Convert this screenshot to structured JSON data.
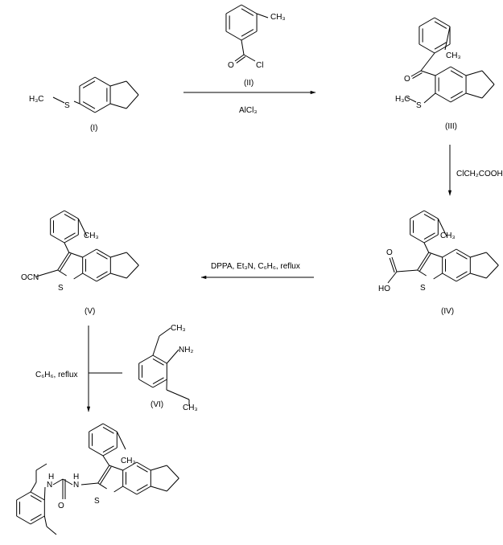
{
  "compounds": {
    "I": {
      "label": "(I)",
      "atoms": {
        "s": "S",
        "methyl": "H₃C"
      }
    },
    "II": {
      "label": "(II)",
      "atoms": {
        "methyl": "CH₃",
        "o": "O",
        "cl": "Cl"
      }
    },
    "III": {
      "label": "(III)",
      "atoms": {
        "methyl": "CH₃",
        "o": "O",
        "s": "S",
        "smethyl": "H₃C"
      }
    },
    "IV": {
      "label": "(IV)",
      "atoms": {
        "methyl": "CH₃",
        "o": "O",
        "oh": "HO",
        "s": "S"
      }
    },
    "V": {
      "label": "(V)",
      "atoms": {
        "methyl": "CH₃",
        "ocn": "OCN",
        "s": "S"
      }
    },
    "VI": {
      "label": "(VI)",
      "atoms": {
        "methyl_top": "CH₃",
        "nh2": "NH₂",
        "methyl_bottom": "CH₃"
      }
    },
    "product": {
      "atoms": {
        "methyl": "CH₃",
        "s": "S",
        "nh1": "H",
        "n1": "N",
        "nh2": "H",
        "n2": "N",
        "o": "O"
      }
    }
  },
  "reagents": {
    "step1": "AlCl₃",
    "step2": "ClCH₂COOH",
    "step3": "DPPA, Et₃N, C₆H₆, reflux",
    "step4": "C₆H₆, reflux"
  }
}
